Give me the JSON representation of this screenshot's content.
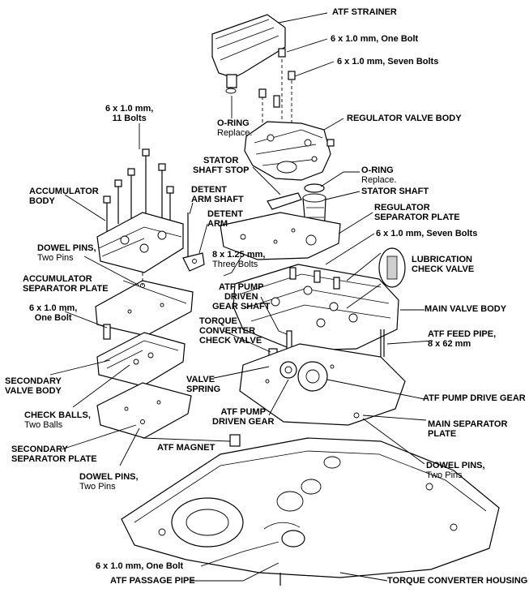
{
  "labels": {
    "atf_strainer": "ATF STRAINER",
    "bolt_one_top": "6 x 1.0 mm, One Bolt",
    "bolt_seven_top": "6 x 1.0 mm, Seven Bolts",
    "bolt_eleven_l1": "6 x 1.0 mm,",
    "bolt_eleven_l2": "11 Bolts",
    "oring_top_l1": "O-RING",
    "oring_top_l2": "Replace.",
    "regulator_valve_body": "REGULATOR VALVE BODY",
    "stator_shaft_stop_l1": "STATOR",
    "stator_shaft_stop_l2": "SHAFT STOP",
    "oring_mid_l1": "O-RING",
    "oring_mid_l2": "Replace.",
    "stator_shaft": "STATOR SHAFT",
    "accumulator_body_l1": "ACCUMULATOR",
    "accumulator_body_l2": "BODY",
    "detent_arm_shaft_l1": "DETENT",
    "detent_arm_shaft_l2": "ARM SHAFT",
    "detent_arm_l1": "DETENT",
    "detent_arm_l2": "ARM",
    "regulator_separator_plate_l1": "REGULATOR",
    "regulator_separator_plate_l2": "SEPARATOR PLATE",
    "bolt_seven_mid": "6 x 1.0 mm, Seven Bolts",
    "dowel_pins_top_l1": "DOWEL PINS,",
    "dowel_pins_top_l2": "Two Pins",
    "bolt_three_l1": "8 x 1.25 mm,",
    "bolt_three_l2": "Three Bolts",
    "lubrication_check_valve_l1": "LUBRICATION",
    "lubrication_check_valve_l2": "CHECK VALVE",
    "accumulator_separator_plate_l1": "ACCUMULATOR",
    "accumulator_separator_plate_l2": "SEPARATOR PLATE",
    "atf_pump_driven_gear_shaft_l1": "ATF PUMP",
    "atf_pump_driven_gear_shaft_l2": "DRIVEN",
    "atf_pump_driven_gear_shaft_l3": "GEAR SHAFT",
    "bolt_one_mid_l1": "6 x 1.0 mm,",
    "bolt_one_mid_l2": "One Bolt",
    "main_valve_body": "MAIN VALVE BODY",
    "torque_converter_check_valve_l1": "TORQUE",
    "torque_converter_check_valve_l2": "CONVERTER",
    "torque_converter_check_valve_l3": "CHECK VALVE",
    "atf_feed_pipe_l1": "ATF FEED PIPE,",
    "atf_feed_pipe_l2": "8 x 62 mm",
    "secondary_valve_body_l1": "SECONDARY",
    "secondary_valve_body_l2": "VALVE BODY",
    "valve_spring_l1": "VALVE",
    "valve_spring_l2": "SPRING",
    "atf_pump_drive_gear": "ATF PUMP DRIVE GEAR",
    "check_balls_l1": "CHECK BALLS,",
    "check_balls_l2": "Two Balls",
    "atf_pump_driven_gear_l1": "ATF PUMP",
    "atf_pump_driven_gear_l2": "DRIVEN GEAR",
    "main_separator_plate_l1": "MAIN SEPARATOR",
    "main_separator_plate_l2": "PLATE",
    "secondary_separator_plate_l1": "SECONDARY",
    "secondary_separator_plate_l2": "SEPARATOR PLATE",
    "atf_magnet": "ATF MAGNET",
    "dowel_pins_right_l1": "DOWEL PINS,",
    "dowel_pins_right_l2": "Two Pins",
    "dowel_pins_left_l1": "DOWEL PINS,",
    "dowel_pins_left_l2": "Two Pins",
    "bolt_one_bottom": "6 x 1.0 mm, One Bolt",
    "atf_passage_pipe": "ATF PASSAGE PIPE",
    "torque_converter_housing": "TORQUE CONVERTER HOUSING"
  }
}
